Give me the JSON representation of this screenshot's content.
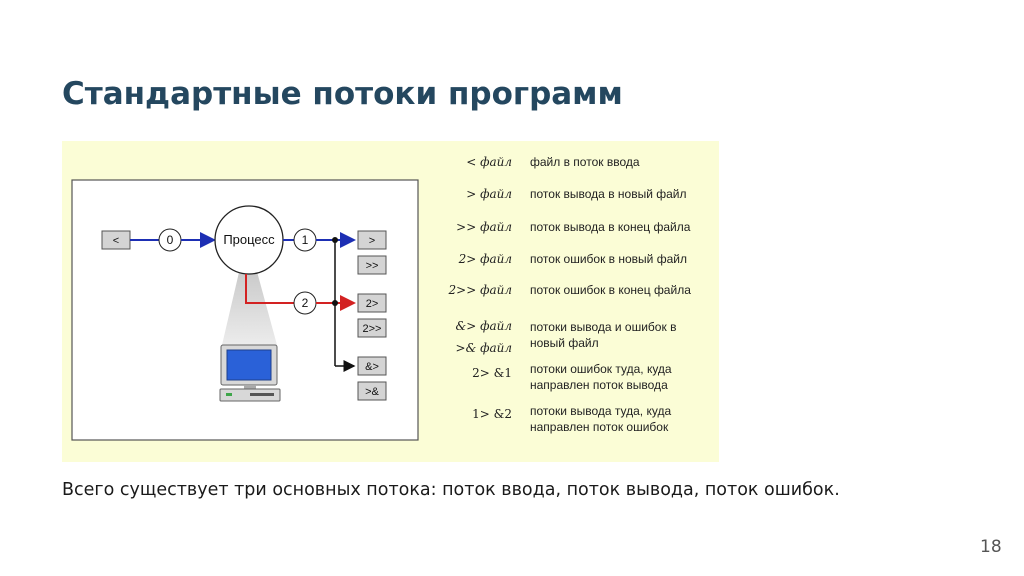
{
  "slide": {
    "title": "Стандартные потоки программ",
    "caption": "Всего существует три основных потока: поток ввода, поток вывода, поток ошибок.",
    "page_number": "18"
  },
  "diagram": {
    "process_label": "Процесс",
    "input_box": "<",
    "fd_labels": [
      "0",
      "1",
      "2"
    ],
    "stdout_boxes": [
      ">",
      ">>"
    ],
    "stderr_boxes": [
      "2>",
      "2>>"
    ],
    "both_boxes": [
      "&>",
      ">&"
    ],
    "colors": {
      "stdin": "#1d2fb4",
      "stdout": "#1d2fb4",
      "stderr": "#d32222",
      "monitor": "#2a61d8"
    },
    "table": [
      {
        "op": "< файл",
        "desc": [
          "файл в поток ввода"
        ]
      },
      {
        "op": "> файл",
        "desc": [
          "поток вывода в новый файл"
        ]
      },
      {
        "op": ">> файл",
        "desc": [
          "поток вывода в конец файла"
        ]
      },
      {
        "op": "2> файл",
        "desc": [
          "поток ошибок в новый файл"
        ]
      },
      {
        "op": "2>> файл",
        "desc": [
          "поток ошибок в конец файла"
        ]
      },
      {
        "op": "&> файл",
        "op2": ">& файл",
        "desc": [
          "потоки вывода и ошибок в",
          "новый файл"
        ]
      },
      {
        "op": "2> &1",
        "desc": [
          "потоки ошибок туда, куда",
          "направлен поток вывода"
        ]
      },
      {
        "op": "1> &2",
        "desc": [
          "потоки вывода туда, куда",
          "направлен поток ошибок"
        ]
      }
    ]
  }
}
